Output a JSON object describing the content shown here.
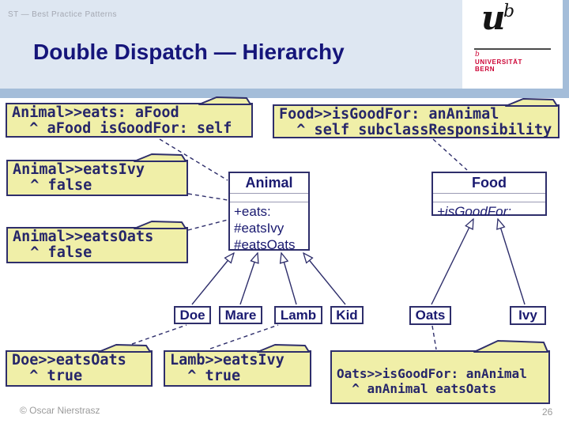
{
  "slide": {
    "breadcrumb": "ST — Best Practice Patterns",
    "title": "Double Dispatch — Hierarchy",
    "footer_author": "© Oscar Nierstrasz",
    "page_number": "26"
  },
  "logo": {
    "glyph_main": "u",
    "glyph_sup": "b",
    "glyph_small": "b",
    "line1": "UNIVERSITÄT",
    "line2": "BERN"
  },
  "colors": {
    "accent_bar": "#a4bdd9",
    "header_bg": "#dee7f2",
    "note_fill": "#f0efa8",
    "ink": "#2e2e6b",
    "title_text": "#15157a",
    "logo_red": "#cc0033"
  },
  "diagram": {
    "notes": [
      {
        "id": "note-animal-eats",
        "lines": [
          "Animal>>eats: aFood",
          "  ^ aFood isGoodFor: self"
        ]
      },
      {
        "id": "note-food-isgoodfor",
        "lines": [
          "Food>>isGoodFor: anAnimal",
          "  ^ self subclassResponsibility"
        ]
      },
      {
        "id": "note-animal-eatsivy",
        "lines": [
          "Animal>>eatsIvy",
          "  ^ false"
        ]
      },
      {
        "id": "note-animal-eatsoats",
        "lines": [
          "Animal>>eatsOats",
          "  ^ false"
        ]
      },
      {
        "id": "note-doe-eatsoats",
        "lines": [
          "Doe>>eatsOats",
          "  ^ true"
        ]
      },
      {
        "id": "note-lamb-eatsivy",
        "lines": [
          "Lamb>>eatsIvy",
          "  ^ true"
        ]
      },
      {
        "id": "note-oats-isgoodfor",
        "lines": [
          "Oats>>isGoodFor: anAnimal",
          "  ^ anAnimal eatsOats"
        ]
      }
    ],
    "classes": [
      {
        "name": "Animal",
        "methods": [
          "+eats:",
          "#eatsIvy",
          "#eatsOats"
        ]
      },
      {
        "name": "Food",
        "methods": [
          "+isGoodFor:"
        ]
      },
      {
        "name": "Doe"
      },
      {
        "name": "Mare"
      },
      {
        "name": "Lamb"
      },
      {
        "name": "Kid"
      },
      {
        "name": "Oats"
      },
      {
        "name": "Ivy"
      }
    ]
  }
}
